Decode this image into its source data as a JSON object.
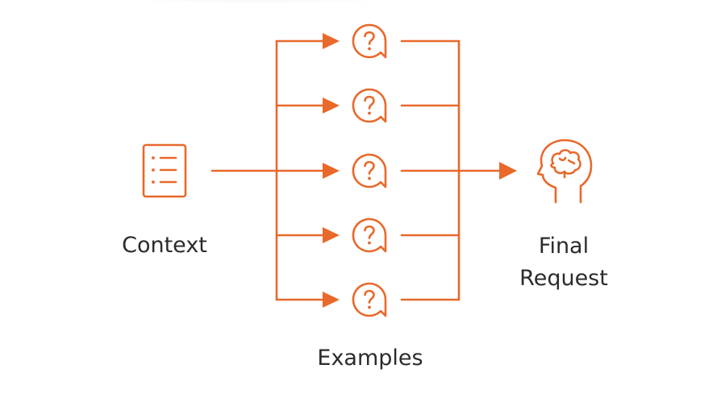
{
  "diagram": {
    "accent_color": "#E8692A",
    "text_color": "#2B2B2B",
    "nodes": {
      "context": {
        "label": "Context",
        "icon": "document-list-icon"
      },
      "examples": {
        "label": "Examples",
        "icon": "question-bubble-icon",
        "count": 5
      },
      "final_request": {
        "label_line1": "Final",
        "label_line2": "Request",
        "icon": "head-brain-icon"
      }
    },
    "edges": [
      {
        "from": "context",
        "to": "examples"
      },
      {
        "from": "examples",
        "to": "final_request"
      }
    ]
  }
}
